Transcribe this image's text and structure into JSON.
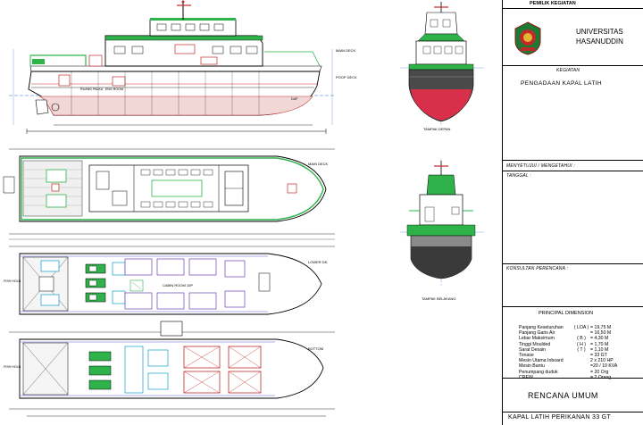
{
  "labels": {
    "main_deck": "MAIN DECK",
    "poop_deck": "POOP DECK",
    "lower_dk": "LOWER DK",
    "bottom": "BOTTOM",
    "cabin": "CABIN ROOM 10P",
    "fish_hold": "FISH HOLD",
    "engine_room": "ENG ROOM",
    "ruang_palka": "RUANG PALKA",
    "dap": "DAP",
    "tampak_depan": "TAMPAK DEPAN",
    "tampak_belakang": "TAMPAK BELAKANG"
  },
  "title_block": {
    "owner_header": "PEMILIK KEGIATAN",
    "university_line1": "UNIVERSITAS",
    "university_line2": "HASANUDDIN",
    "activity_header": "KEGIATAN",
    "activity": "PENGADAAN KAPAL LATIH",
    "approval_header": "MENYETUJUI / MENGETAHUI :",
    "date_label": "TANGGAL :",
    "designer_header": "KONSULTAN PERENCANA :",
    "dimension_header": "PRINCIPAL DIMENSION",
    "specs": [
      {
        "k": "Panjang Keseluruhan",
        "u": "( LOA )",
        "v": "= 19,75 M"
      },
      {
        "k": "Panjang Garis Air",
        "u": "",
        "v": "= 16,50 M"
      },
      {
        "k": "Lebar Maksimum",
        "u": "( B )",
        "v": "= 4,30 M"
      },
      {
        "k": "Tinggi Moulded",
        "u": "( H )",
        "v": "= 1,70 M"
      },
      {
        "k": "Sarat Desain",
        "u": "( T )",
        "v": "= 1,10 M"
      },
      {
        "k": "Tonase",
        "u": "",
        "v": "= 33 GT"
      },
      {
        "k": "Mesin Utama Inboard",
        "u": "",
        "v": "2 x 210 HP"
      },
      {
        "k": "Mesin Bantu",
        "u": "",
        "v": "=20 / 10 KVA"
      },
      {
        "k": "Penumpang duduk",
        "u": "",
        "v": "= 20 Org"
      },
      {
        "k": "CREW",
        "u": "",
        "v": "= 2 Orang"
      }
    ],
    "drawing_title": "RENCANA UMUM",
    "ship_name": "KAPAL LATIH PERIKANAN 33 GT"
  }
}
